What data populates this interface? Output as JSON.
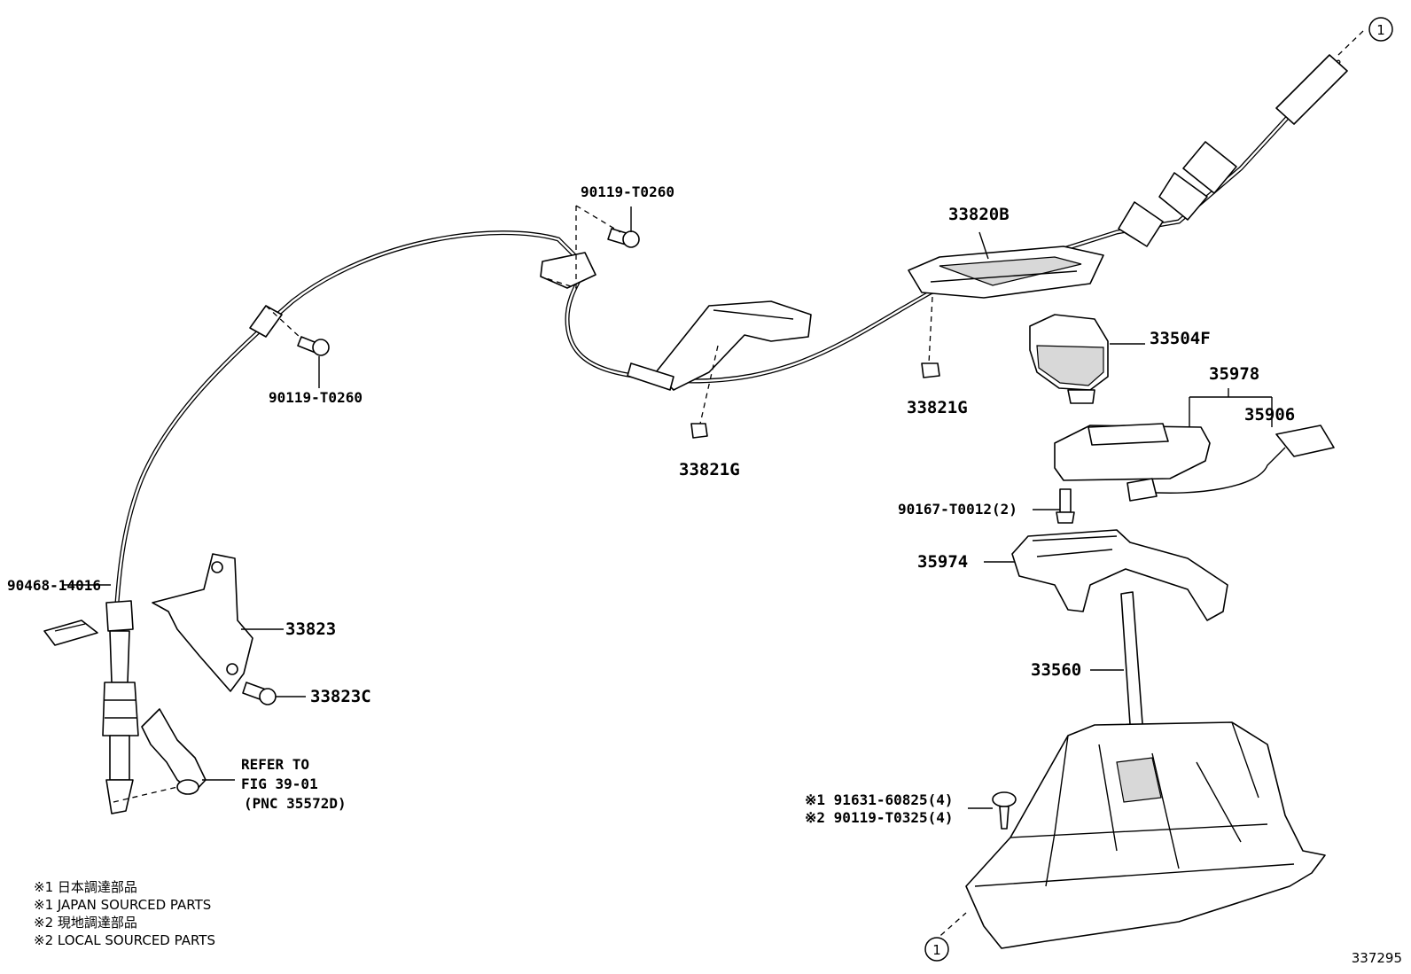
{
  "parts": {
    "p_90119_top": "90119-T0260",
    "p_90119_left": "90119-T0260",
    "p_33820B": "33820B",
    "p_33504F": "33504F",
    "p_35978": "35978",
    "p_35906": "35906",
    "p_33821G_a": "33821G",
    "p_33821G_b": "33821G",
    "p_90167": "90167-T0012(2)",
    "p_35974": "35974",
    "p_90468": "90468-14016",
    "p_33823": "33823",
    "p_33823C": "33823C",
    "p_33560": "33560",
    "refer_line1": "REFER TO",
    "refer_line2": "FIG 39-01",
    "refer_line3": "(PNC 35572D)",
    "bolt_line1": "※1 91631-60825(4)",
    "bolt_line2": "※2 90119-T0325(4)"
  },
  "markers": {
    "circle_top": "1",
    "circle_bottom": "1"
  },
  "legend": [
    "※1  日本調達部品",
    "※1  JAPAN SOURCED PARTS",
    "※2  現地調達部品",
    "※2  LOCAL SOURCED PARTS"
  ],
  "illustration_number": "337295"
}
